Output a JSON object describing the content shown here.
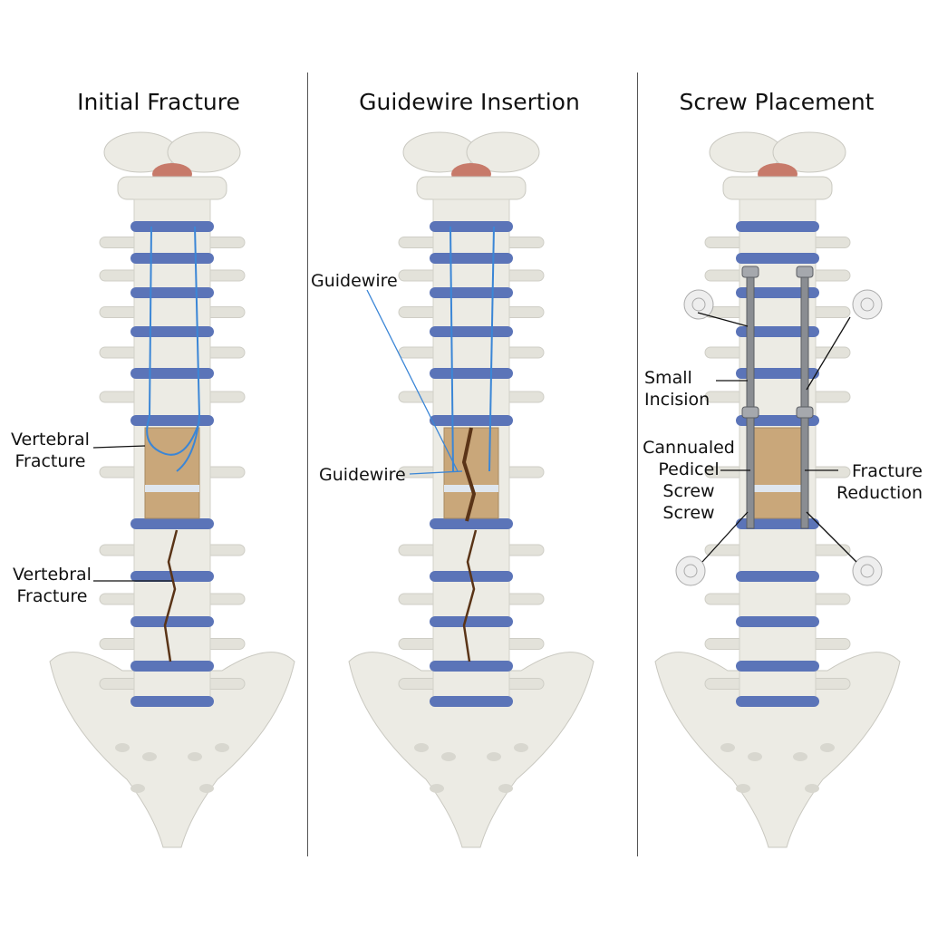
{
  "panels": [
    {
      "title": "Initial Fracture",
      "labels": [
        "Vertebral Fracture",
        "Vertebral Fracture"
      ]
    },
    {
      "title": "Guidewire Insertion",
      "labels": [
        "Guidewire",
        "Guidewire"
      ]
    },
    {
      "title": "Screw Placement",
      "labels": [
        "Small Incision",
        "Cannualed Pedicel Screw Screw",
        "Fracture Reduction"
      ]
    }
  ],
  "label_lines": {
    "vf1_a": "Vertebral",
    "vf1_b": "Fracture",
    "vf2_a": "Vertebral",
    "vf2_b": "Fracture",
    "gw1": "Guidewire",
    "gw2": "Guidewire",
    "si_a": "Small",
    "si_b": "Incision",
    "cps_a": "Cannualed",
    "cps_b": "Pedicel",
    "cps_c": "Screw",
    "cps_d": "Screw",
    "fr_a": "Fracture",
    "fr_b": "Reduction"
  },
  "colors": {
    "bone": "#ecebe4",
    "disc": "#5b74b8",
    "wire": "#3b86d6",
    "fracture": "#5a3417",
    "graft": "#c9a77a",
    "screw": "#8a8d92",
    "cord": "#c77a6a"
  }
}
